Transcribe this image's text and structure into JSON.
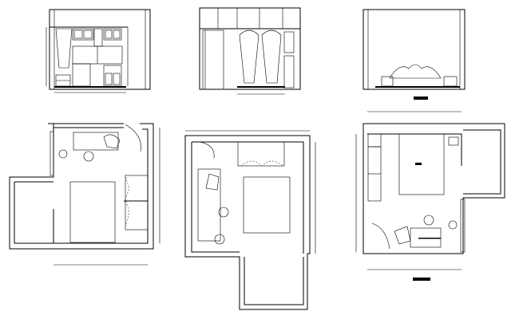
{
  "drawing": {
    "views": [
      {
        "id": "elevation-1",
        "kind": "elevation"
      },
      {
        "id": "elevation-2",
        "kind": "elevation"
      },
      {
        "id": "elevation-3",
        "kind": "elevation"
      },
      {
        "id": "plan-1",
        "kind": "floor-plan"
      },
      {
        "id": "plan-2",
        "kind": "floor-plan"
      },
      {
        "id": "plan-3",
        "kind": "floor-plan"
      }
    ],
    "line_color": "#000000",
    "background": "#ffffff"
  }
}
